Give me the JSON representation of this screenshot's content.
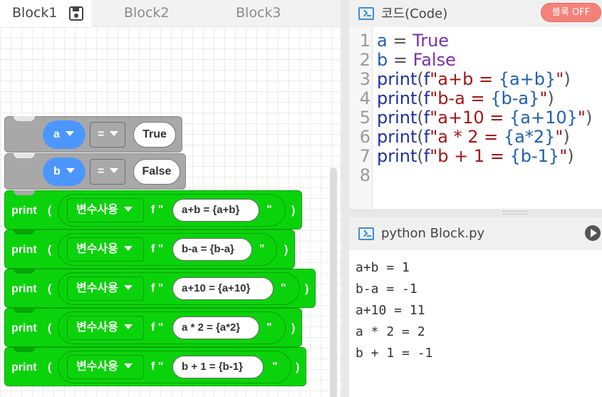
{
  "tabs": [
    {
      "label": "Block1"
    },
    {
      "label": "Block2"
    },
    {
      "label": "Block3"
    }
  ],
  "blocks": {
    "assignments": [
      {
        "var": "a",
        "op": "=",
        "value": "True"
      },
      {
        "var": "b",
        "op": "=",
        "value": "False"
      }
    ],
    "prints": [
      {
        "keyword": "print",
        "open": "(",
        "close": ")",
        "mode": "변수사용",
        "prefix": "f \"",
        "suffix": "\"",
        "text": "a+b = {a+b}"
      },
      {
        "keyword": "print",
        "open": "(",
        "close": ")",
        "mode": "변수사용",
        "prefix": "f \"",
        "suffix": "\"",
        "text": "b-a = {b-a}"
      },
      {
        "keyword": "print",
        "open": "(",
        "close": ")",
        "mode": "변수사용",
        "prefix": "f \"",
        "suffix": "\"",
        "text": "a+10 = {a+10}"
      },
      {
        "keyword": "print",
        "open": "(",
        "close": ")",
        "mode": "변수사용",
        "prefix": "f \"",
        "suffix": "\"",
        "text": "a * 2 = {a*2}"
      },
      {
        "keyword": "print",
        "open": "(",
        "close": ")",
        "mode": "변수사용",
        "prefix": "f \"",
        "suffix": "\"",
        "text": "b + 1 = {b-1}"
      }
    ]
  },
  "code_panel": {
    "title": "코드(Code)",
    "toggle_label": "블록 OFF",
    "line_numbers": [
      "1",
      "2",
      "3",
      "4",
      "5",
      "6",
      "7",
      "8"
    ],
    "lines": [
      "a = True",
      "b = False",
      "print(f\"a+b = {a+b}\")",
      "print(f\"b-a = {b-a}\")",
      "print(f\"a+10 = {a+10}\")",
      "print(f\"a * 2 = {a*2}\")",
      "print(f\"b + 1 = {b-1}\")",
      ""
    ]
  },
  "output_panel": {
    "title": "python Block.py",
    "lines": [
      "a+b = 1",
      "b-a = -1",
      "a+10 = 11",
      "a * 2 = 2",
      "b + 1 = -1"
    ]
  }
}
